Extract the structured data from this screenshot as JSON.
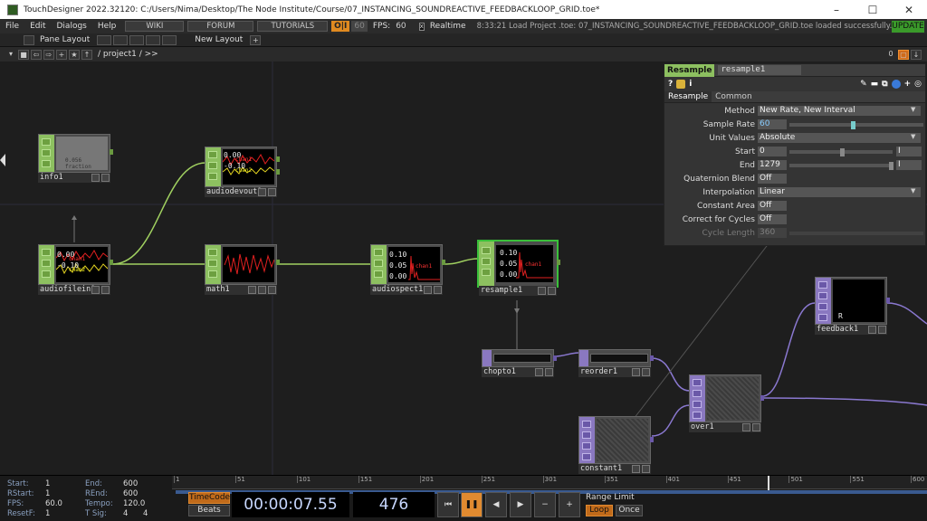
{
  "window": {
    "title": "TouchDesigner 2022.32120: C:/Users/Nima/Desktop/The Node Institute/Course/07_INSTANCING_SOUNDREACTIVE_FEEDBACKLOOP_GRID.toe*",
    "minimize": "–",
    "maximize": "☐",
    "close": "✕"
  },
  "menu": {
    "items": [
      "File",
      "Edit",
      "Dialogs",
      "Help"
    ],
    "wiki": "WIKI",
    "forum": "FORUM",
    "tutorials": "TUTORIALS",
    "perf": "O|I",
    "sixty": "60",
    "fps_label": "FPS:",
    "fps_value": "60",
    "realtime": "Realtime",
    "realtime_checked": "x",
    "status": "8:33:21 Load Project .toe: 07_INSTANCING_SOUNDREACTIVE_FEEDBACKLOOP_GRID.toe loaded successfully.",
    "update": "UPDATE"
  },
  "panebar": {
    "pane_layout": "Pane Layout",
    "new_layout": "New Layout",
    "plus": "+"
  },
  "pathbar": {
    "path": "/ project1 / >>",
    "count": "0",
    "home": "⌂",
    "back": "⇦",
    "forward": "⇨",
    "add": "+",
    "star": "★",
    "up": "↑",
    "down": "↓"
  },
  "nodes": {
    "info1": {
      "name": "info1",
      "viewer": "0.056 fraction"
    },
    "audiodevout1": {
      "name": "audiodevout1",
      "y1": "0.00",
      "y2": "-0.10",
      "ch1": "chan1",
      "ch2": "chan2"
    },
    "audiofilein1": {
      "name": "audiofilein1",
      "y1": "0.00",
      "y2": "-0.10",
      "ch1": "chan1",
      "ch2": "chan2"
    },
    "math1": {
      "name": "math1"
    },
    "audiospect1": {
      "name": "audiospect1",
      "y1": "0.10",
      "y2": "0.05",
      "y3": "0.00",
      "ch": "chan1"
    },
    "resample1": {
      "name": "resample1",
      "y1": "0.10",
      "y2": "0.05",
      "y3": "0.00",
      "ch": "chan1"
    },
    "chopto1": {
      "name": "chopto1"
    },
    "reorder1": {
      "name": "reorder1"
    },
    "feedback1": {
      "name": "feedback1",
      "r": "R"
    },
    "over1": {
      "name": "over1"
    },
    "constant1": {
      "name": "constant1"
    }
  },
  "params": {
    "op_type": "Resample",
    "op_name": "resample1",
    "icons": {
      "help": "?",
      "info": "i"
    },
    "tabs": [
      "Resample",
      "Common"
    ],
    "rows": [
      {
        "label": "Method",
        "value": "New Rate, New Interval"
      },
      {
        "label": "Sample Rate",
        "value": "60"
      },
      {
        "label": "Unit Values",
        "value": "Absolute"
      },
      {
        "label": "Start",
        "value": "0",
        "unit": "I"
      },
      {
        "label": "End",
        "value": "1279",
        "unit": "I"
      },
      {
        "label": "Quaternion Blend",
        "value": "Off"
      },
      {
        "label": "Interpolation",
        "value": "Linear"
      },
      {
        "label": "Constant Area",
        "value": "Off"
      },
      {
        "label": "Correct for Cycles",
        "value": "Off"
      },
      {
        "label": "Cycle Length",
        "value": "360"
      }
    ]
  },
  "timeinfo": {
    "start_l": "Start:",
    "start_v": "1",
    "rstart_l": "RStart:",
    "rstart_v": "1",
    "fps_l": "FPS:",
    "fps_v": "60.0",
    "resetf_l": "ResetF:",
    "resetf_v": "1",
    "end_l": "End:",
    "end_v": "600",
    "rend_l": "REnd:",
    "rend_v": "600",
    "tempo_l": "Tempo:",
    "tempo_v": "120.0",
    "tsig_l": "T Sig:",
    "tsig_a": "4",
    "tsig_b": "4"
  },
  "timeline": {
    "ticks": [
      "1",
      "51",
      "101",
      "151",
      "201",
      "251",
      "301",
      "351",
      "401",
      "451",
      "501",
      "551",
      "600"
    ],
    "timecode": "TimeCode",
    "beats": "Beats",
    "time": "00:00:07.55",
    "frame": "476",
    "range_limit": "Range Limit",
    "loop": "Loop",
    "once": "Once"
  },
  "colors": {
    "accent_green": "#8dc060",
    "top_purple": "#8a78c0",
    "wire_green": "#a0d060",
    "wire_purple": "#8a78d0",
    "selection": "#3ac03a",
    "orange": "#e08a20"
  }
}
